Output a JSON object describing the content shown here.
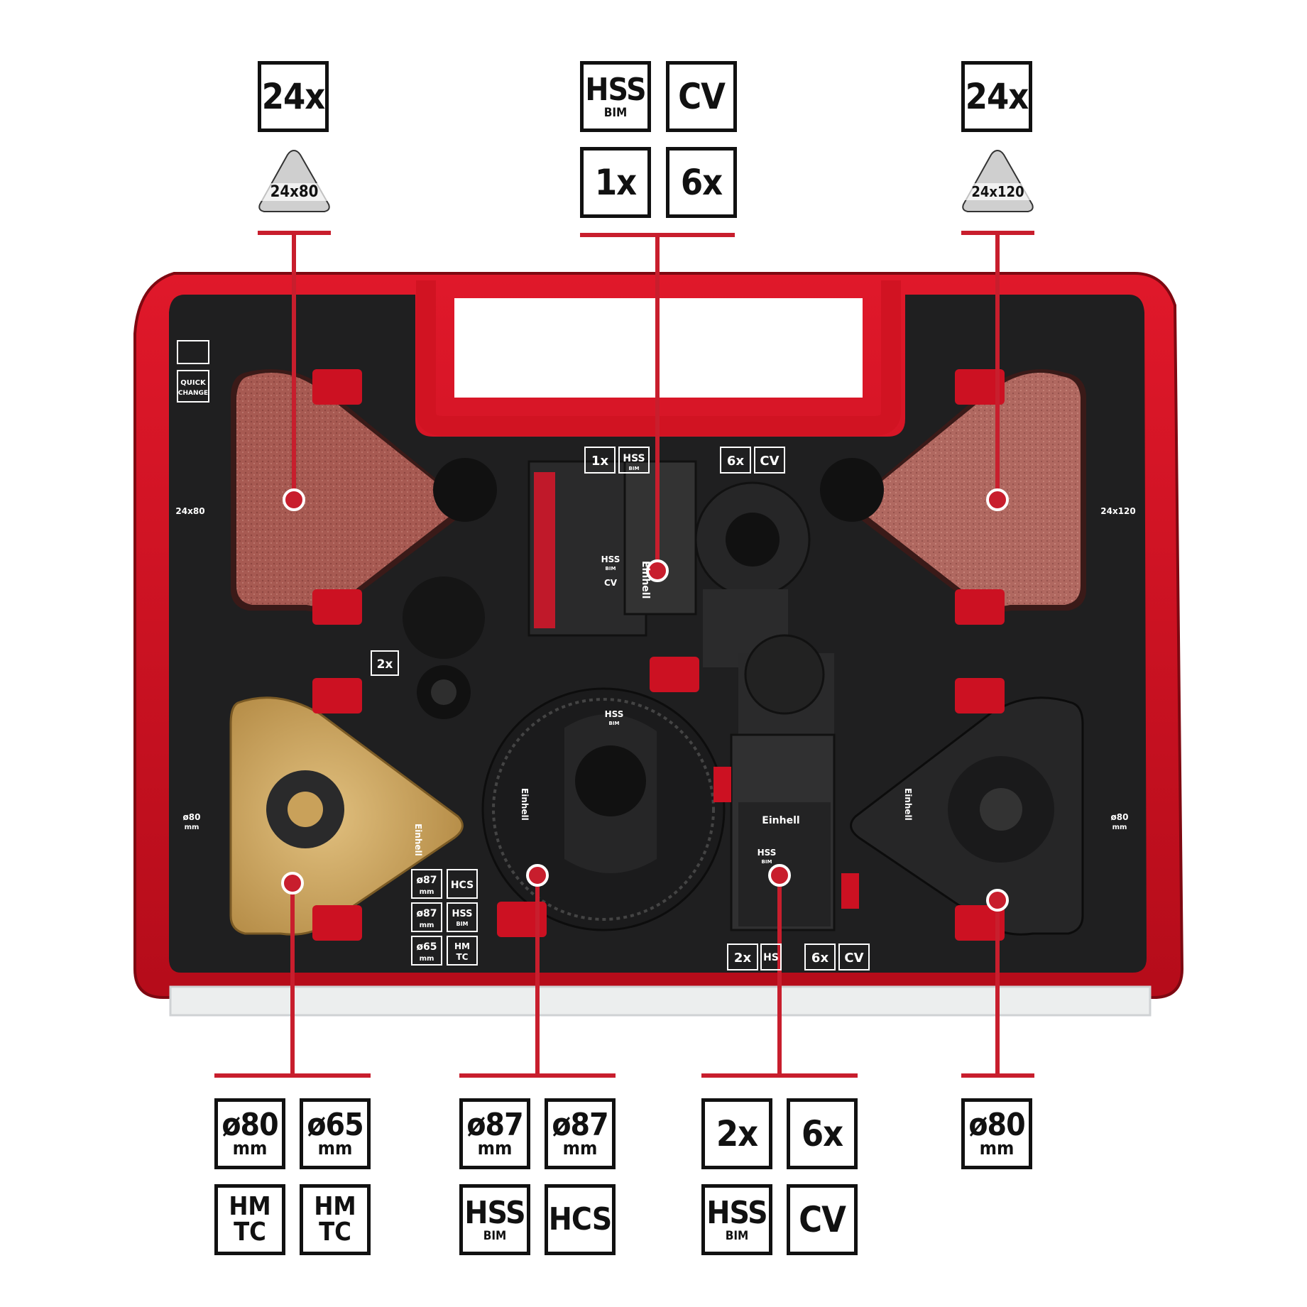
{
  "colors": {
    "case_red": "#d4101f",
    "case_dark": "#9a0a14",
    "insert_black": "#1f1f20",
    "leader_red": "#c81e2d",
    "sandpaper": "#a75a52",
    "carbide_gold": "#c9a15a",
    "blade_black": "#2a2a2b"
  },
  "brand": "Einhell",
  "callouts": {
    "top_left": {
      "qty": "24x",
      "grit": "24x80"
    },
    "top_center": {
      "mat1": "HSS",
      "mat1_sub": "BIM",
      "mat2": "CV",
      "qty1": "1x",
      "qty2": "6x"
    },
    "top_right": {
      "qty": "24x",
      "grit": "24x120"
    },
    "bottom_left": {
      "d1": "ø80",
      "d1_unit": "mm",
      "d2": "ø65",
      "d2_unit": "mm",
      "m1_line1": "HM",
      "m1_line2": "TC",
      "m2_line1": "HM",
      "m2_line2": "TC"
    },
    "bottom_center_left": {
      "d1": "ø87",
      "d1_unit": "mm",
      "d2": "ø87",
      "d2_unit": "mm",
      "m1": "HSS",
      "m1_sub": "BIM",
      "m2": "HCS"
    },
    "bottom_center_right": {
      "qty1": "2x",
      "qty2": "6x",
      "m1": "HSS",
      "m1_sub": "BIM",
      "m2": "CV"
    },
    "bottom_right": {
      "d1": "ø80",
      "d1_unit": "mm"
    }
  },
  "case_labels": {
    "quick_change_l1": "QUICK",
    "quick_change_l2": "CHANGE",
    "left_grit": "24x80",
    "right_grit": "24x120",
    "left_pad": "ø80",
    "left_pad_unit": "mm",
    "right_pad": "ø80",
    "right_pad_unit": "mm",
    "adapter_qty": "2x",
    "top_qty1": "1x",
    "top_mat1": "HSS",
    "top_mat1_sub": "BIM",
    "top_qty2": "6x",
    "top_mat2": "CV",
    "bot_qty1": "2x",
    "bot_mat1": "HS",
    "bot_qty2": "6x",
    "bot_mat2": "CV",
    "seg_d1": "ø87",
    "seg_d1_unit": "mm",
    "seg_m1": "HCS",
    "seg_d2": "ø87",
    "seg_d2_unit": "mm",
    "seg_m2": "HSS",
    "seg_m2_sub": "BIM",
    "seg_d3": "ø65",
    "seg_d3_unit": "mm",
    "seg_m3_l1": "HM",
    "seg_m3_l2": "TC",
    "blade_mat1": "HSS",
    "blade_mat1_sub": "BIM",
    "blade_mat2": "CV",
    "segsaw_mat": "HSS",
    "segsaw_mat_sub": "BIM",
    "plunge_mat": "HSS",
    "plunge_mat_sub": "BIM"
  }
}
